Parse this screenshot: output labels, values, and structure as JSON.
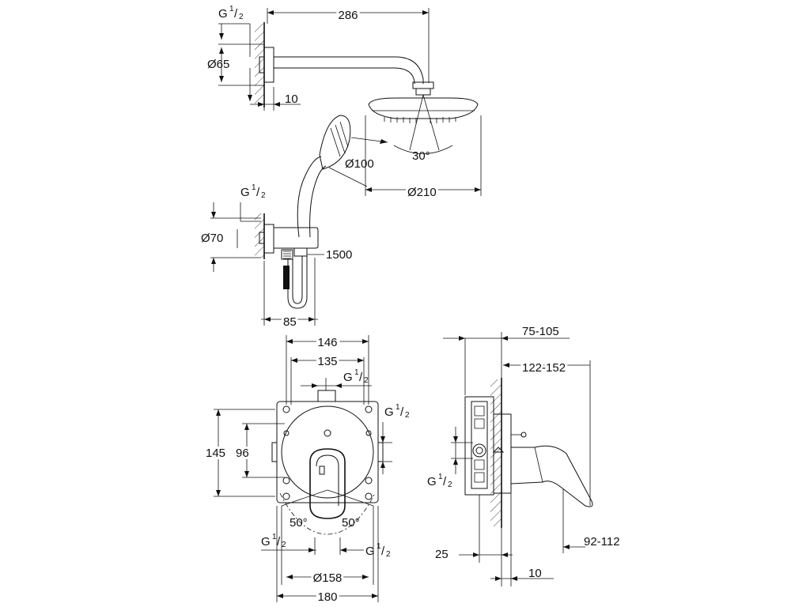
{
  "shower_arm": {
    "length": "286",
    "thread": "G",
    "thread_fraction_num": "1",
    "thread_fraction_den": "2",
    "flange_diameter": "Ø65",
    "wall_offset": "10"
  },
  "head_shower": {
    "tilt_angle": "30°",
    "diameter": "Ø210"
  },
  "hand_shower": {
    "diameter": "Ø100",
    "hose_length": "1500"
  },
  "wall_outlet": {
    "thread": "G",
    "thread_fraction_num": "1",
    "thread_fraction_den": "2",
    "flange_diameter": "Ø70",
    "projection": "85"
  },
  "mixer_front": {
    "width_outer": "146",
    "width_inner": "135",
    "height_outer": "145",
    "height_inner": "96",
    "angle_left": "50°",
    "angle_right": "50°",
    "rosette_diameter": "Ø158",
    "overall_width": "180",
    "thread_top": {
      "base": "G",
      "num": "1",
      "den": "2"
    },
    "thread_right": {
      "base": "G",
      "num": "1",
      "den": "2"
    },
    "thread_bottom_left": {
      "base": "G",
      "num": "1",
      "den": "2"
    },
    "thread_bottom_right": {
      "base": "G",
      "num": "1",
      "den": "2"
    }
  },
  "mixer_side": {
    "install_depth": "75-105",
    "projection": "122-152",
    "lever_projection": "92-112",
    "recess_depth": "25",
    "wall_offset": "10",
    "thread": {
      "base": "G",
      "num": "1",
      "den": "2"
    }
  }
}
